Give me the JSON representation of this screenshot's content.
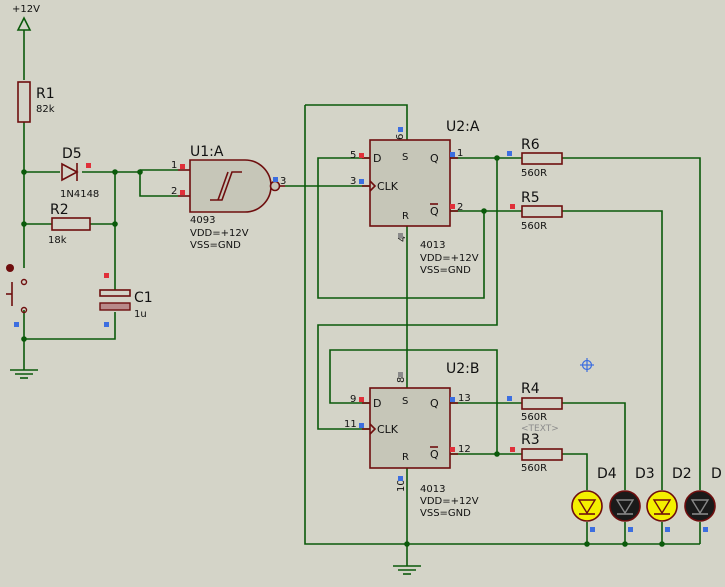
{
  "power": {
    "label": "+12V"
  },
  "components": {
    "R1": {
      "ref": "R1",
      "value": "82k"
    },
    "R2": {
      "ref": "R2",
      "value": "18k"
    },
    "D5": {
      "ref": "D5",
      "value": "1N4148"
    },
    "C1": {
      "ref": "C1",
      "value": "1u"
    },
    "U1A": {
      "ref": "U1:A",
      "part": "4093",
      "vdd": "VDD=+12V",
      "vss": "VSS=GND",
      "pins": {
        "in1": "1",
        "in2": "2",
        "out": "3"
      }
    },
    "U2A": {
      "ref": "U2:A",
      "part": "4013",
      "vdd": "VDD=+12V",
      "vss": "VSS=GND",
      "pins": {
        "d": "5",
        "clk": "3",
        "s": "6",
        "r": "4",
        "q": "1",
        "qb": "2"
      }
    },
    "U2B": {
      "ref": "U2:B",
      "part": "4013",
      "vdd": "VDD=+12V",
      "vss": "VSS=GND",
      "pins": {
        "d": "9",
        "clk": "11",
        "s": "8",
        "r": "10",
        "q": "13",
        "qb": "12"
      }
    },
    "R6": {
      "ref": "R6",
      "value": "560R"
    },
    "R5": {
      "ref": "R5",
      "value": "560R"
    },
    "R4": {
      "ref": "R4",
      "value": "560R",
      "placeholder": "<TEXT>"
    },
    "R3": {
      "ref": "R3",
      "value": "560R"
    },
    "D4": {
      "ref": "D4",
      "lit": true
    },
    "D3": {
      "ref": "D3",
      "lit": false
    },
    "D2": {
      "ref": "D2",
      "lit": true
    },
    "D1": {
      "ref": "D",
      "lit": false
    }
  },
  "ff_pin_names": {
    "d": "D",
    "s": "S",
    "clk": "CLK",
    "r": "R",
    "q": "Q",
    "qb": "Q"
  },
  "colors": {
    "background": "#d4d4c8",
    "wire": "#0b5a0b",
    "component": "#6e0e0e",
    "chip_fill": "#c6c6b8",
    "led_on": "#f4f000",
    "led_off": "#1a1a1a",
    "pin_marker_in": "#e0303a",
    "pin_marker_out": "#3c6ee0"
  }
}
